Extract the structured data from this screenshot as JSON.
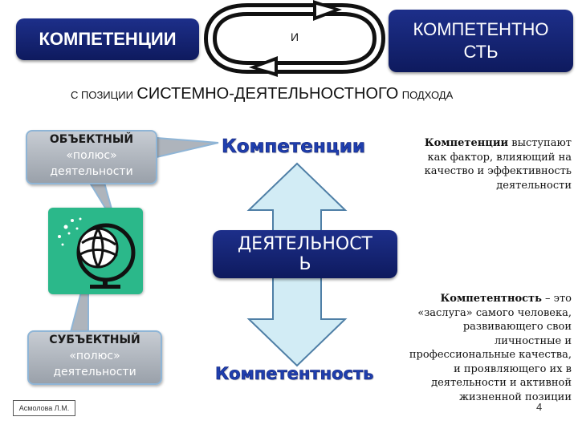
{
  "header": {
    "left_box": "КОМПЕТЕНЦИИ",
    "connector": "И",
    "right_box_line1": "КОМПЕТЕНТНО",
    "right_box_line2": "СТЬ"
  },
  "subtitle": {
    "prefix": "С ПОЗИЦИИ",
    "main": "СИСТЕМНО-ДЕЯТЕЛЬНОСТНОГО",
    "suffix": "ПОДХОДА"
  },
  "callouts": {
    "object": {
      "line1": "ОБЪЕКТНЫЙ",
      "line2": "«полюс»",
      "line3": "деятельности"
    },
    "subject": {
      "line1": "СУБЪЕКТНЫЙ",
      "line2": "«полюс»",
      "line3": "деятельности"
    }
  },
  "center": {
    "top_word": "Компетенции",
    "middle_line1": "ДЕЯТЕЛЬНОСТ",
    "middle_line2": "Ь",
    "bottom_word": "Компетентность"
  },
  "right_text": {
    "competencies_bold": "Компетенции",
    "competencies_rest_1": " выступают",
    "competencies_line2": "как фактор, влияющий на",
    "competencies_line3": "качество и эффективность",
    "competencies_line4": "деятельности",
    "competence_bold": "Компетентность",
    "competence_rest_1": " – это",
    "competence_line2": "«заслуга» самого человека,",
    "competence_line3": "развивающего свои",
    "competence_line4": "личностные и",
    "competence_line5": "профессиональные качества,",
    "competence_line6": "и проявляющего их в",
    "competence_line7": "деятельности и активной",
    "competence_line8": "жизненной позиции"
  },
  "footer": {
    "author": "Асмолова Л.М.",
    "page_number": "4"
  },
  "icons": [
    "cycle-arrows-icon",
    "globe-icon",
    "double-arrow-icon"
  ],
  "colors": {
    "navy": "#15257a",
    "arrow_fill": "#d2ecf5",
    "arrow_stroke": "#4f7fa6",
    "icon_bg": "#2bb88a",
    "text_blue": "#1f3fae"
  }
}
